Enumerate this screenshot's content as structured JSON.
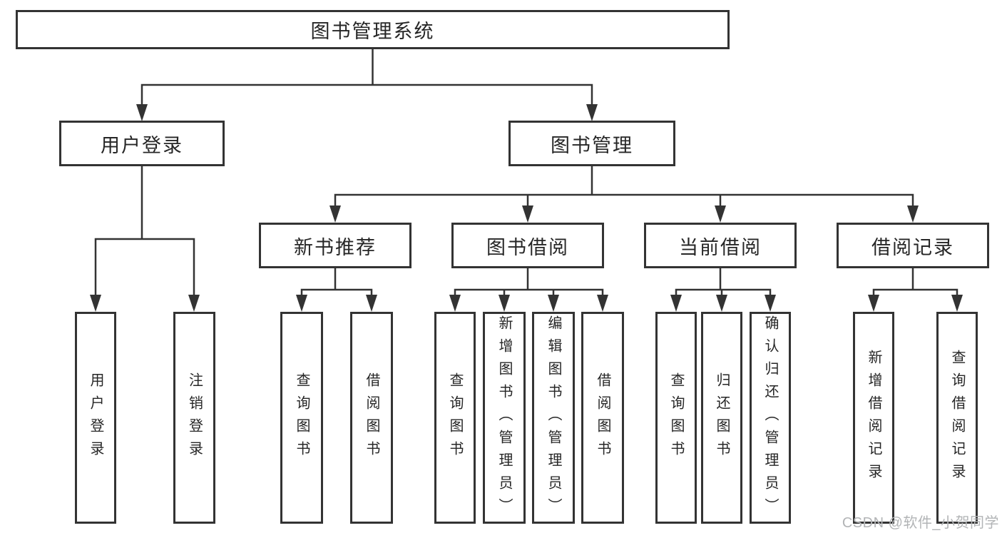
{
  "page": {
    "background": "#ffffff"
  },
  "colors": {
    "line": "#333333",
    "box_border": "#333333",
    "box_fill": "#ffffff",
    "text": "#262626",
    "watermark": "#b2b4b6"
  },
  "watermark": {
    "text": "CSDN @软件_小贺同学"
  },
  "diagram": {
    "type": "tree",
    "root": {
      "label": "图书管理系统"
    },
    "branches": [
      {
        "label": "用户登录",
        "children": [
          {
            "label": "用户登录"
          },
          {
            "label": "注销登录"
          }
        ]
      },
      {
        "label": "图书管理",
        "children": [
          {
            "label": "新书推荐",
            "children": [
              {
                "label": "查询图书"
              },
              {
                "label": "借阅图书"
              }
            ]
          },
          {
            "label": "图书借阅",
            "children": [
              {
                "label": "查询图书"
              },
              {
                "label": "新增图书（管理员）"
              },
              {
                "label": "编辑图书（管理员）"
              },
              {
                "label": "借阅图书"
              }
            ]
          },
          {
            "label": "当前借阅",
            "children": [
              {
                "label": "查询图书"
              },
              {
                "label": "归还图书"
              },
              {
                "label": "确认归还（管理员）"
              }
            ]
          },
          {
            "label": "借阅记录",
            "children": [
              {
                "label": "新增借阅记录"
              },
              {
                "label": "查询借阅记录"
              }
            ]
          }
        ]
      }
    ]
  }
}
